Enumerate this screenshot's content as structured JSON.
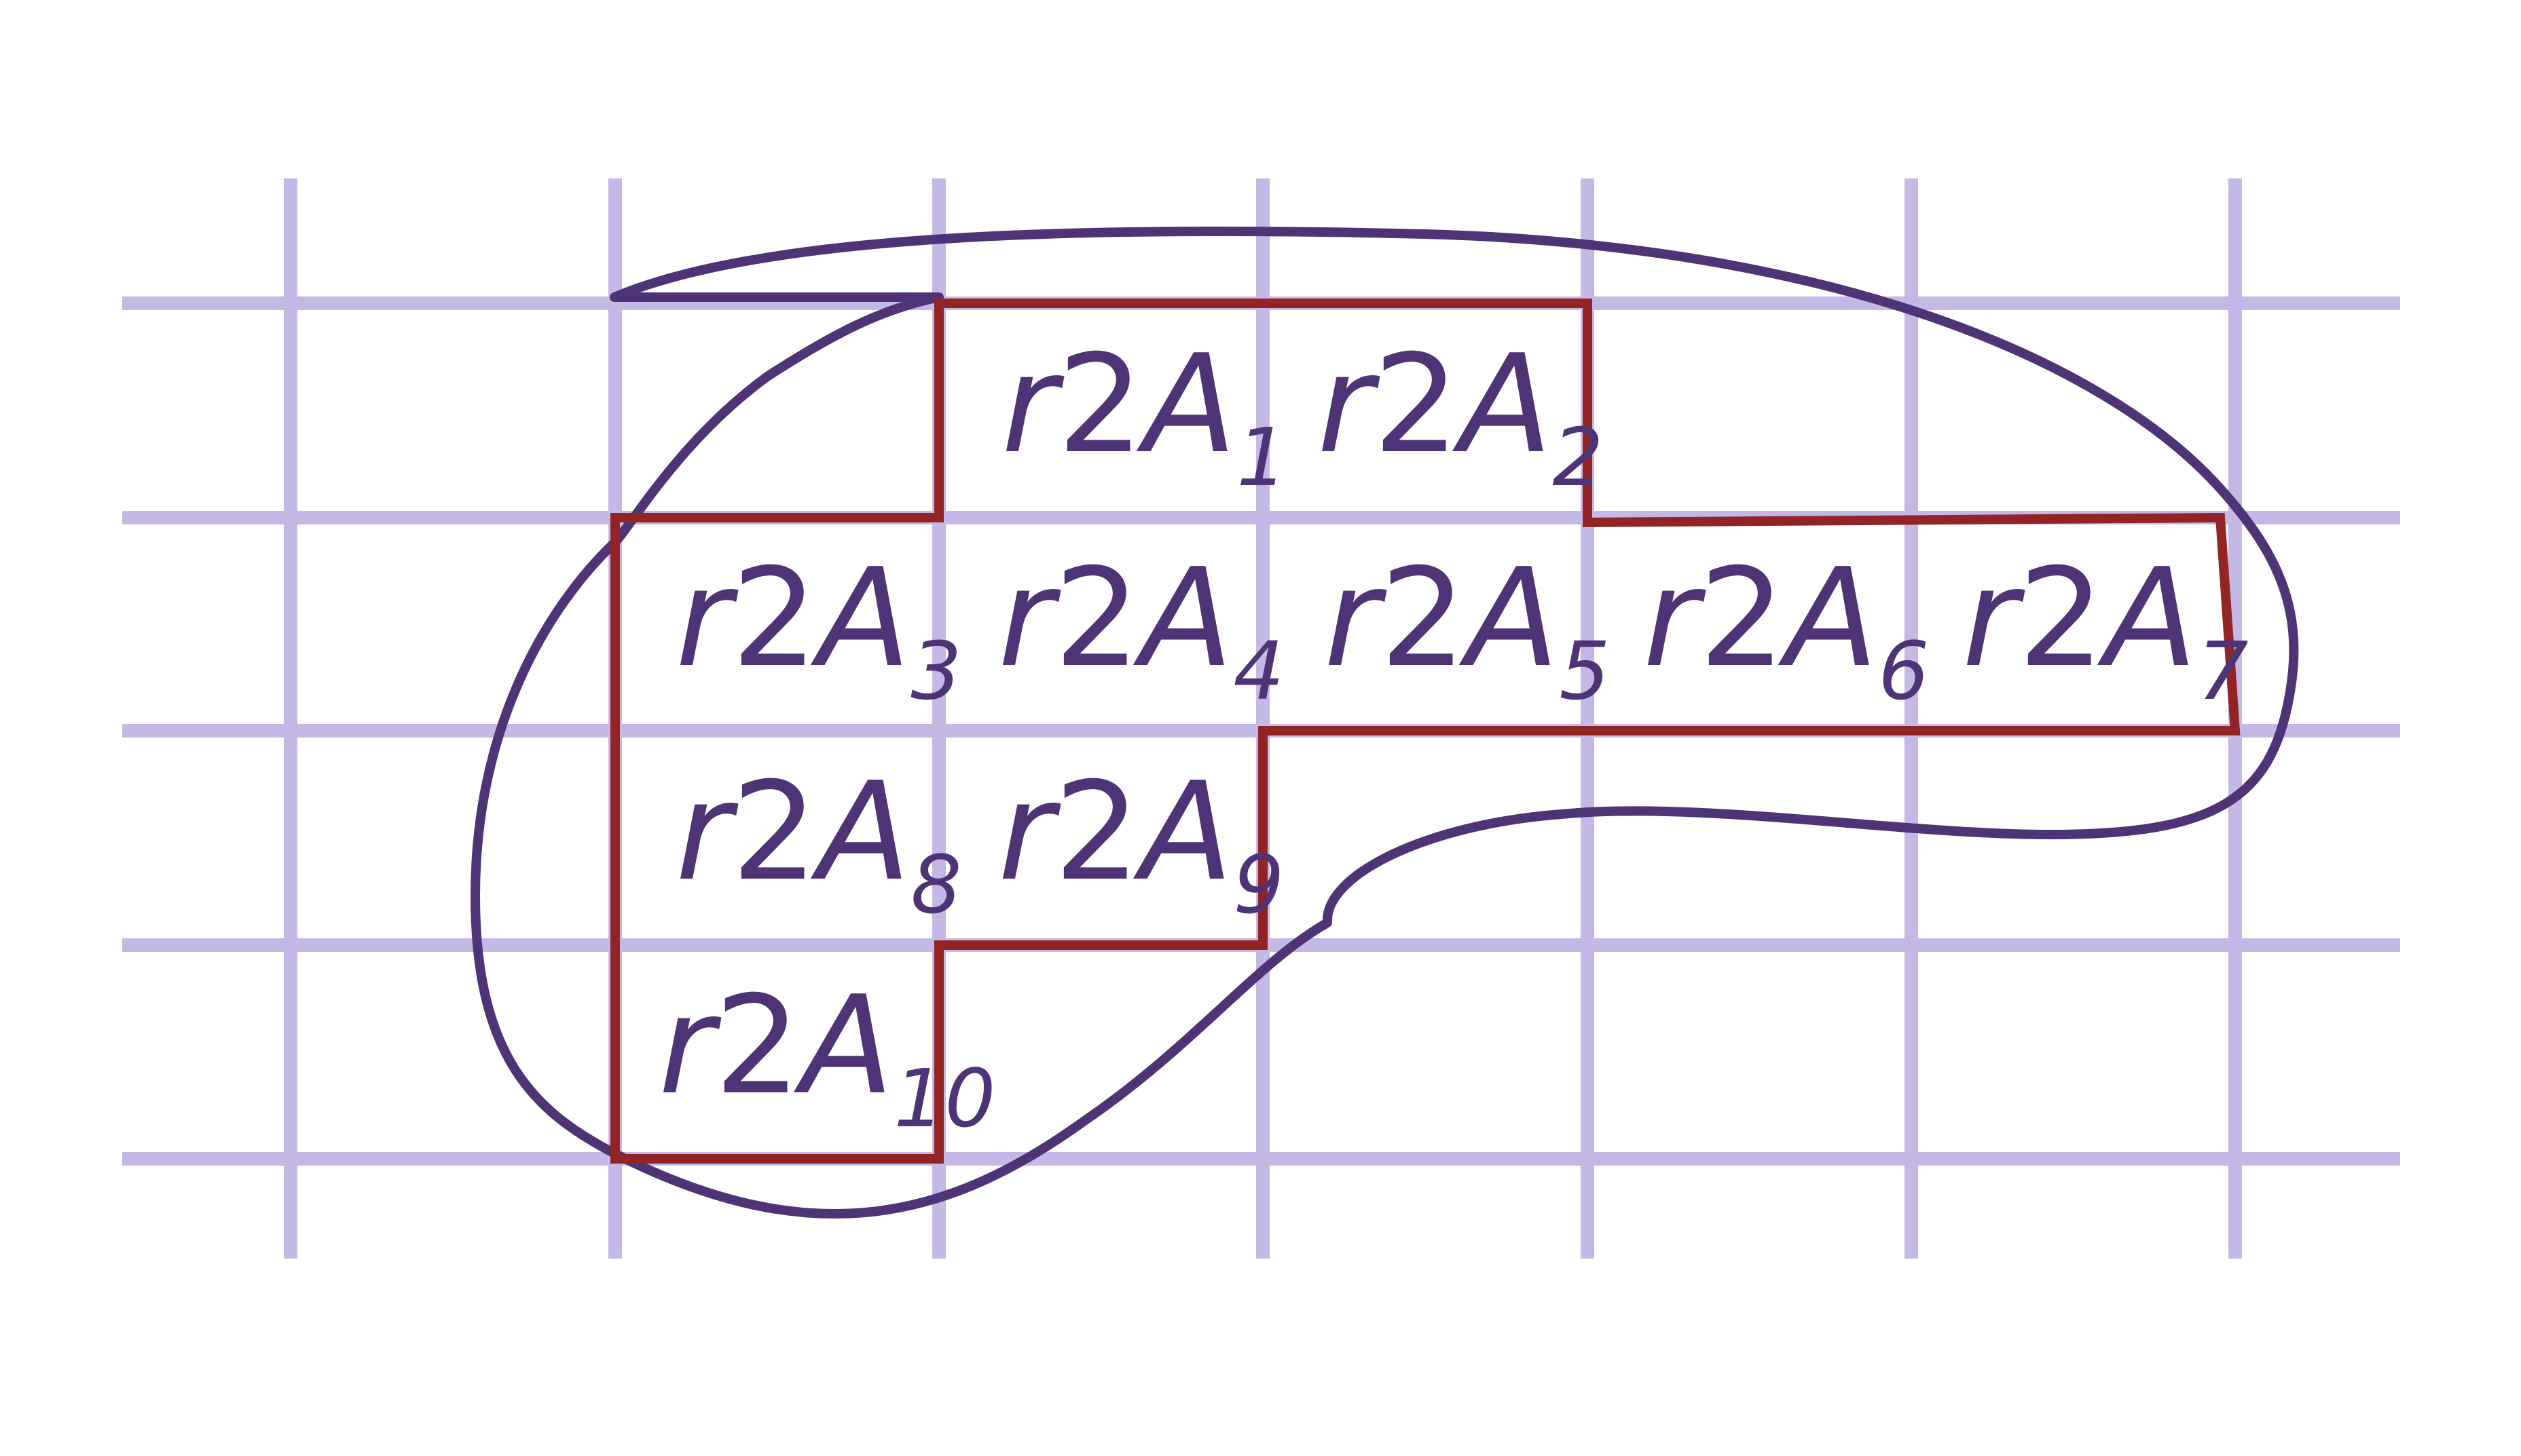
{
  "colors": {
    "background": "#ffffff",
    "grid": "#c4b8e6",
    "region_outline": "#4e3476",
    "staircase_outline": "#922426",
    "label_text": "#4e3476"
  },
  "labels": [
    {
      "base": "r",
      "power": "2",
      "name": "A",
      "sub": "1"
    },
    {
      "base": "r",
      "power": "2",
      "name": "A",
      "sub": "2"
    },
    {
      "base": "r",
      "power": "2",
      "name": "A",
      "sub": "3"
    },
    {
      "base": "r",
      "power": "2",
      "name": "A",
      "sub": "4"
    },
    {
      "base": "r",
      "power": "2",
      "name": "A",
      "sub": "5"
    },
    {
      "base": "r",
      "power": "2",
      "name": "A",
      "sub": "6"
    },
    {
      "base": "r",
      "power": "2",
      "name": "A",
      "sub": "7"
    },
    {
      "base": "r",
      "power": "2",
      "name": "A",
      "sub": "8"
    },
    {
      "base": "r",
      "power": "2",
      "name": "A",
      "sub": "9"
    },
    {
      "base": "r",
      "power": "2",
      "name": "A",
      "sub": "10"
    }
  ]
}
